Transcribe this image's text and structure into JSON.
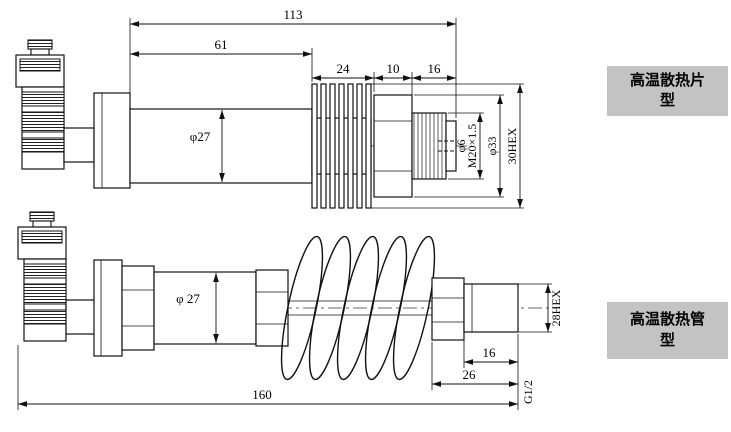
{
  "side_labels": {
    "fin_type": "高温散热片型",
    "tube_type": "高温散热管型"
  },
  "top": {
    "total": "113",
    "body_len": "61",
    "fin_len": "24",
    "hex_len": "10",
    "thread_len": "16",
    "body_dia": "φ27",
    "hole_dia": "φ6",
    "thread_spec": "M20×1.5",
    "hex_od": "φ33",
    "hex_size": "30HEX"
  },
  "bottom": {
    "body_dia": "φ 27",
    "total": "160",
    "thread_len": "16",
    "head_len": "26",
    "thread_spec": "G1/2",
    "hex_size": "28HEX"
  }
}
